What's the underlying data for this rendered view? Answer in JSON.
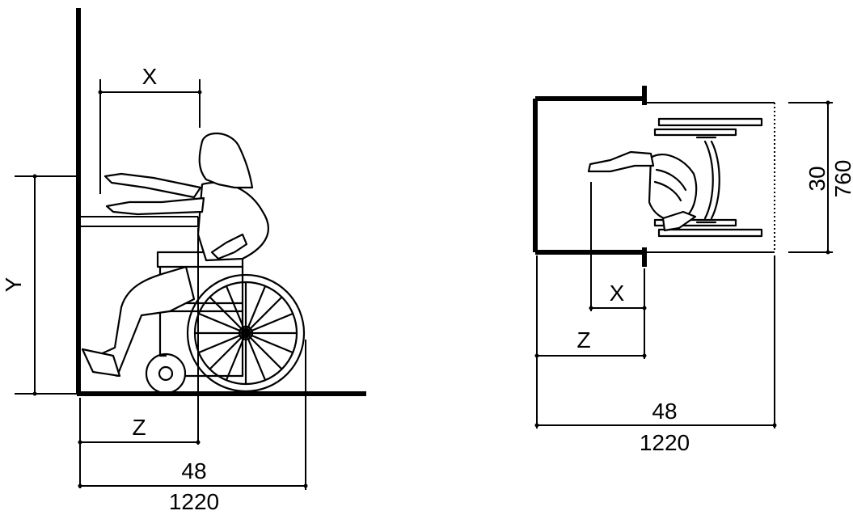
{
  "side_view": {
    "label_x": "X",
    "label_y": "Y",
    "label_z": "Z",
    "dim_in": "48",
    "dim_mm": "1220"
  },
  "plan_view": {
    "label_x": "X",
    "label_z": "Z",
    "dim_depth_in": "30",
    "dim_depth_mm": "760",
    "dim_width_in": "48",
    "dim_width_mm": "1220"
  }
}
